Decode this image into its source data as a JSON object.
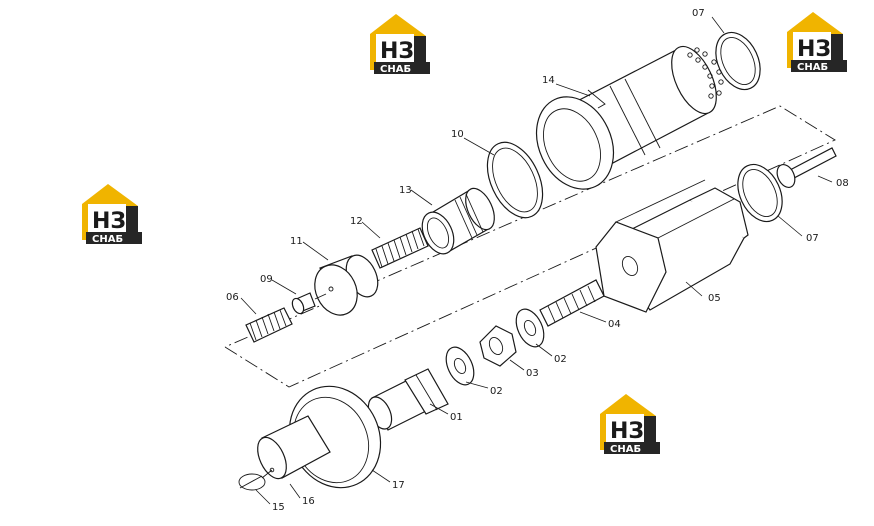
{
  "brand": {
    "logo_main": "НЗ",
    "logo_sub": "СНАБ",
    "accent": "#f0b400",
    "dark": "#262626"
  },
  "labels": {
    "p01": "01",
    "p02a": "02",
    "p02b": "02",
    "p03": "03",
    "p04": "04",
    "p05": "05",
    "p06": "06",
    "p07a": "07",
    "p07b": "07",
    "p08": "08",
    "p09": "09",
    "p10": "10",
    "p11": "11",
    "p12": "12",
    "p13": "13",
    "p14": "14",
    "p15": "15",
    "p16": "16",
    "p17": "17"
  }
}
